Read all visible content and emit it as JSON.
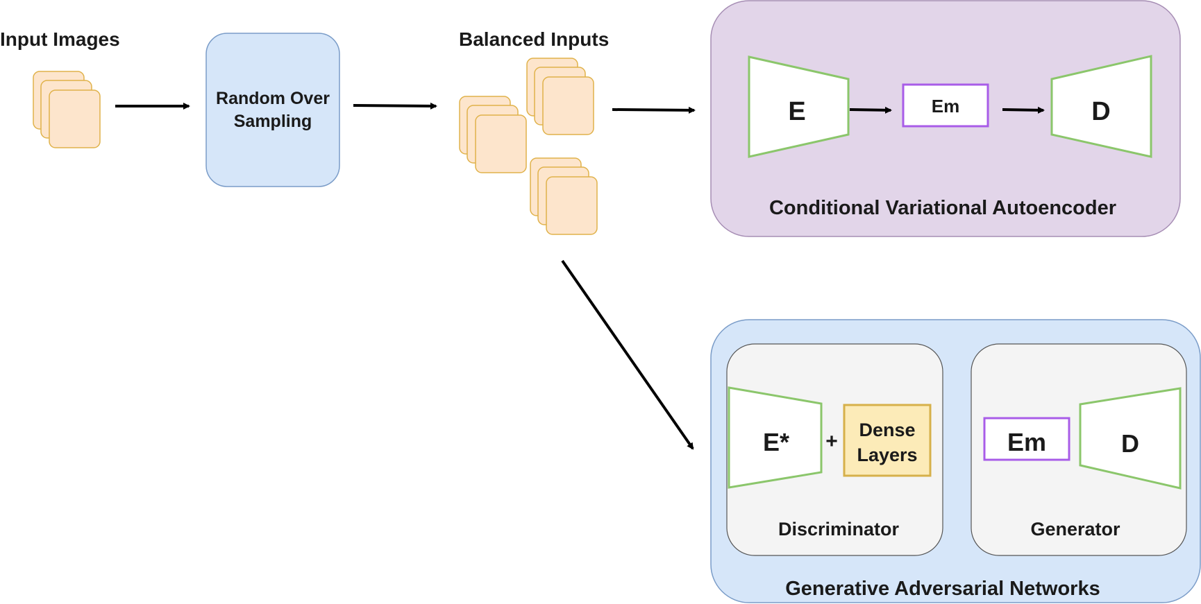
{
  "labels": {
    "input_images": "Input Images",
    "random_over_sampling_line1": "Random Over",
    "random_over_sampling_line2": "Sampling",
    "balanced_inputs": "Balanced Inputs",
    "cvae_title": "Conditional Variational Autoencoder",
    "cvae_encoder": "E",
    "cvae_embedding": "Em",
    "cvae_decoder": "D",
    "gan_title": "Generative Adversarial Networks",
    "disc_encoder": "E*",
    "plus": "+",
    "dense_line1": "Dense",
    "dense_line2": "Layers",
    "discriminator": "Discriminator",
    "gen_embedding": "Em",
    "gen_decoder": "D",
    "generator": "Generator"
  },
  "colors": {
    "image_fill": "#FDE5CC",
    "image_stroke": "#E0B24A",
    "ros_fill": "#D6E6F9",
    "ros_stroke": "#7A9CC8",
    "cvae_fill": "#E2D5E9",
    "cvae_stroke": "#A68DB4",
    "gan_fill": "#D6E6F9",
    "gan_stroke": "#7A9CC8",
    "panel_fill": "#F4F4F4",
    "panel_stroke": "#555555",
    "trapezoid_stroke": "#8BC66B",
    "embedding_stroke": "#A85CE8",
    "dense_fill": "#FCEBB8",
    "dense_stroke": "#D6B04A",
    "arrow": "#000000"
  }
}
